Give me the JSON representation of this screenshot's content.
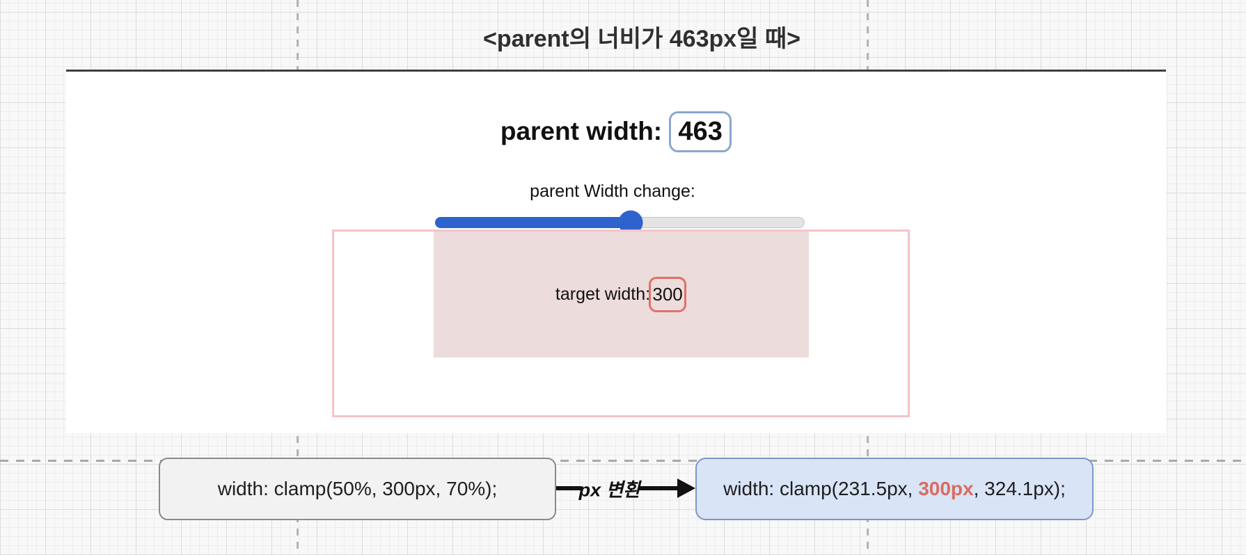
{
  "title": "<parent의 너비가 463px일 때>",
  "panel": {
    "parent_width_label": "parent width:",
    "parent_width_value": "463",
    "slider_label": "parent Width change:",
    "slider_percent": 53,
    "target_label": "target width:",
    "target_value": "300"
  },
  "code_flow": {
    "before": "width: clamp(50%, 300px, 70%);",
    "arrow_label": "px 변환",
    "after_prefix": "width: clamp(231.5px, ",
    "after_highlight": "300px",
    "after_suffix": ", 324.1px);"
  },
  "colors": {
    "accent_blue": "#2e62cd",
    "input_border_blue": "#8ba6cf",
    "parent_border_pink": "#f4c3ca",
    "target_fill_pink": "#ecdcdb",
    "value_border_red": "#de7168",
    "highlight_red": "#d96c63",
    "code_after_bg": "#d9e4f6",
    "code_after_border": "#7e96c6",
    "code_before_bg": "#f2f2f2"
  }
}
